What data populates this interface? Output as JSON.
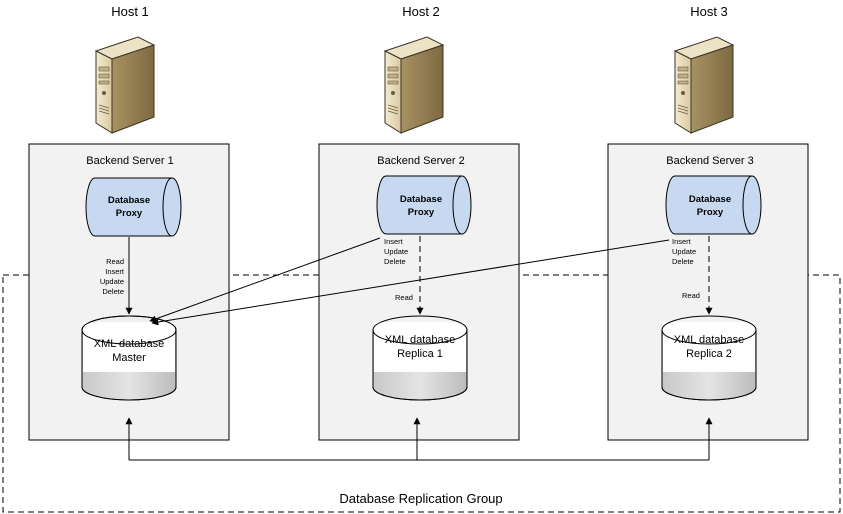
{
  "hosts": [
    {
      "title": "Host 1",
      "server": "Backend Server 1",
      "proxy": [
        "Database",
        "Proxy"
      ],
      "database": [
        "XML database",
        "Master"
      ],
      "edge_labels": [
        "Read",
        "Insert",
        "Update",
        "Delete"
      ]
    },
    {
      "title": "Host 2",
      "server": "Backend Server 2",
      "proxy": [
        "Database",
        "Proxy"
      ],
      "database": [
        "XML database",
        "Replica 1"
      ],
      "write_labels": [
        "Insert",
        "Update",
        "Delete"
      ],
      "read_label": "Read"
    },
    {
      "title": "Host 3",
      "server": "Backend Server 3",
      "proxy": [
        "Database",
        "Proxy"
      ],
      "database": [
        "XML database",
        "Replica 2"
      ],
      "write_labels": [
        "Insert",
        "Update",
        "Delete"
      ],
      "read_label": "Read"
    }
  ],
  "replication_group": {
    "label": "Database Replication Group"
  },
  "colors": {
    "server_fill": "#f2f2f2",
    "proxy_fill": "#c6d9f1",
    "db_fill": "#d9d9d9",
    "stroke": "#000000"
  },
  "icons": [
    "server-tower-icon"
  ]
}
